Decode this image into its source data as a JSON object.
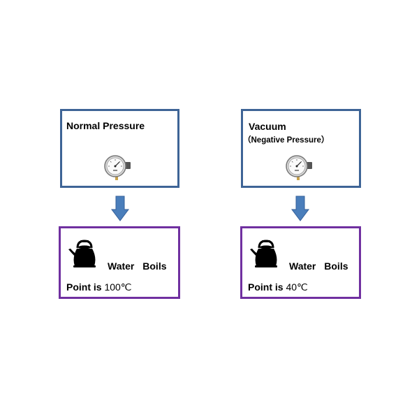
{
  "diagram": {
    "normal": {
      "title": "Normal Pressure",
      "gauge_icon": "pressure-gauge-icon",
      "result_text": "Water Boils",
      "point_prefix": "Point is ",
      "temperature": "100℃"
    },
    "vacuum": {
      "title": "Vacuum",
      "subtitle": "（Negative Pressure）",
      "gauge_icon": "pressure-gauge-icon",
      "result_text": "Water Boils",
      "point_prefix": "Point is ",
      "temperature": "40℃"
    },
    "colors": {
      "condition_border": "#3e6496",
      "result_border": "#7030a0",
      "arrow_fill": "#4a7ebb"
    }
  }
}
